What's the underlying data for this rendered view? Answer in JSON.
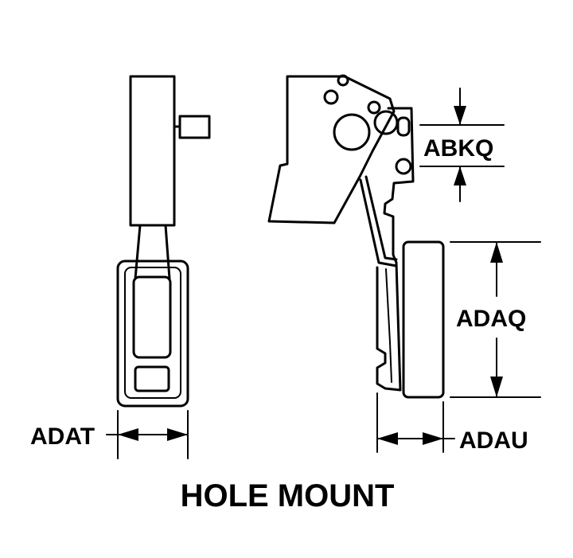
{
  "caption": "HOLE MOUNT",
  "dimensions": {
    "width_left": "ADAT",
    "width_right": "ADAU",
    "height_right": "ADAQ",
    "hole_spacing": "ABKQ"
  },
  "colors": {
    "ink": "#000000",
    "paper": "#ffffff"
  }
}
